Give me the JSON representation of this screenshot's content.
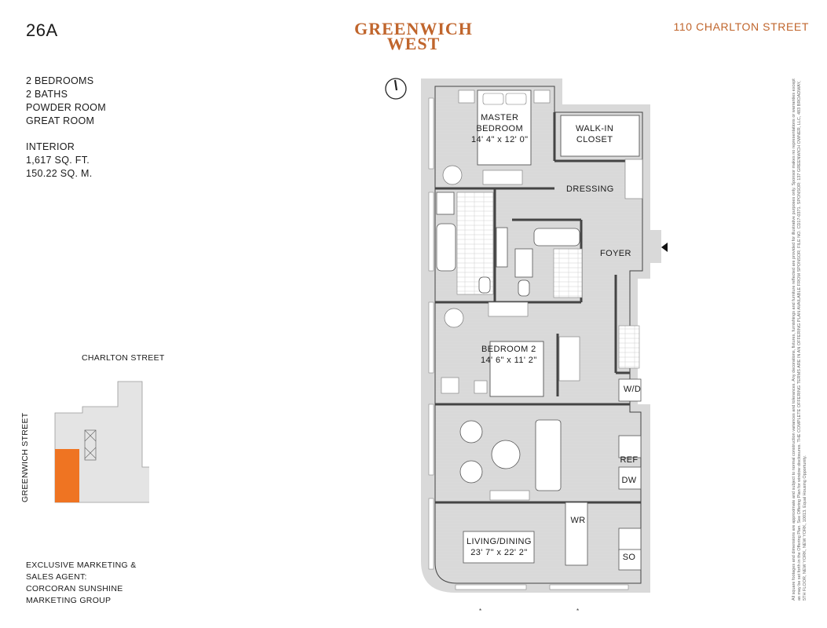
{
  "header": {
    "unit": "26A",
    "logo_line1": "GREENWICH",
    "logo_line2": "WEST",
    "address": "110 CHARLTON STREET"
  },
  "specs": {
    "rooms": [
      "2 BEDROOMS",
      "2 BATHS",
      "POWDER ROOM",
      "GREAT ROOM"
    ],
    "interior_label": "INTERIOR",
    "sqft": "1,617 SQ. FT.",
    "sqm": "150.22 SQ. M."
  },
  "keyplan": {
    "street_top": "CHARLTON STREET",
    "street_side": "GREENWICH STREET",
    "highlight_color": "#ef7422"
  },
  "agent": {
    "line1": "EXCLUSIVE MARKETING &",
    "line2": "SALES AGENT:",
    "line3": "CORCORAN SUNSHINE",
    "line4": "MARKETING GROUP"
  },
  "rooms": {
    "master_name1": "MASTER",
    "master_name2": "BEDROOM",
    "master_dim": "14' 4\" x 12' 0\"",
    "walkin1": "WALK-IN",
    "walkin2": "CLOSET",
    "dressing": "DRESSING",
    "foyer": "FOYER",
    "bedroom2_name": "BEDROOM 2",
    "bedroom2_dim": "14' 6\" x 11' 2\"",
    "wd": "W/D",
    "ref": "REF",
    "dw": "DW",
    "wr": "WR",
    "so": "SO",
    "living_name": "LIVING/DINING",
    "living_dim": "23' 7\" x 22' 2\""
  },
  "disclaimer": "All square footages and dimensions are approximate and subject to normal construction variances and tolerances. Any decorations, fixtures, furnishings and furniture reflected are provided for illustrative purposes only. Sponsor makes no representations or warranties except as may be set forth in the Offering Plan. See Offering Plan for window disclosures. THE COMPLETE OFFERING TERMS ARE IN AN OFFERING PLAN AVAILABLE FROM SPONSOR. FILE NO. CD17-0371. SPONSOR: 137 GREENWICH OWNER, LLC, 483 BROADWAY, 5TH FLOOR, NEW YORK, NEW YORK, 10013. Equal Housing Opportunity.",
  "colors": {
    "brand": "#c0652c",
    "wall": "#d9d9d9"
  }
}
